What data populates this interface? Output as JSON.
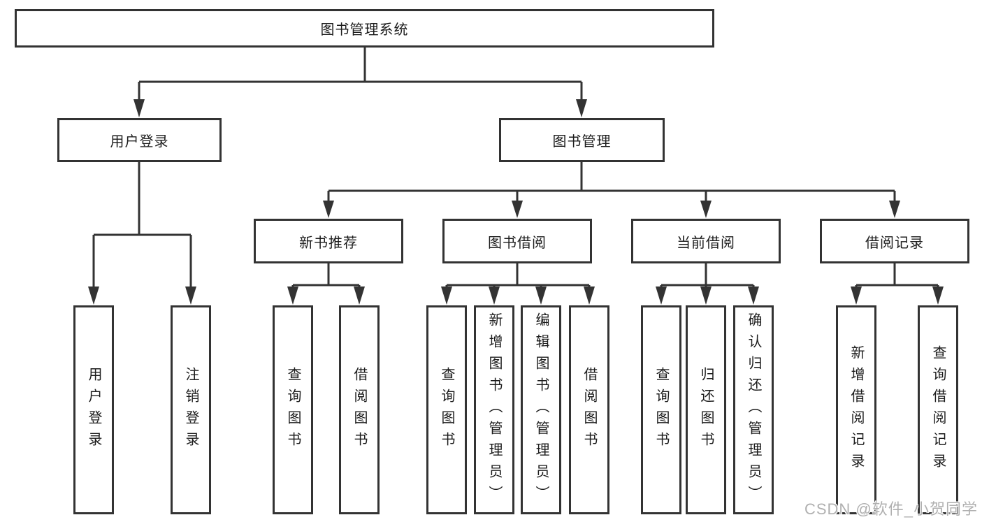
{
  "diagram": {
    "root": "图书管理系统",
    "branches": [
      {
        "label": "用户登录",
        "children": [
          "用户登录",
          "注销登录"
        ]
      },
      {
        "label": "图书管理",
        "children": [
          {
            "label": "新书推荐",
            "children": [
              "查询图书",
              "借阅图书"
            ]
          },
          {
            "label": "图书借阅",
            "children": [
              "查询图书",
              "新增图书（管理员）",
              "编辑图书（管理员）",
              "借阅图书"
            ]
          },
          {
            "label": "当前借阅",
            "children": [
              "查询图书",
              "归还图书",
              "确认归还（管理员）"
            ]
          },
          {
            "label": "借阅记录",
            "children": [
              "新增借阅记录",
              "查询借阅记录"
            ]
          }
        ]
      }
    ]
  },
  "watermark": "CSDN @软件_小贺同学",
  "colors": {
    "line": "#333333",
    "box_border": "#333333",
    "text": "#1c1c1c",
    "watermark": "#b0b0b0",
    "background": "#ffffff"
  }
}
